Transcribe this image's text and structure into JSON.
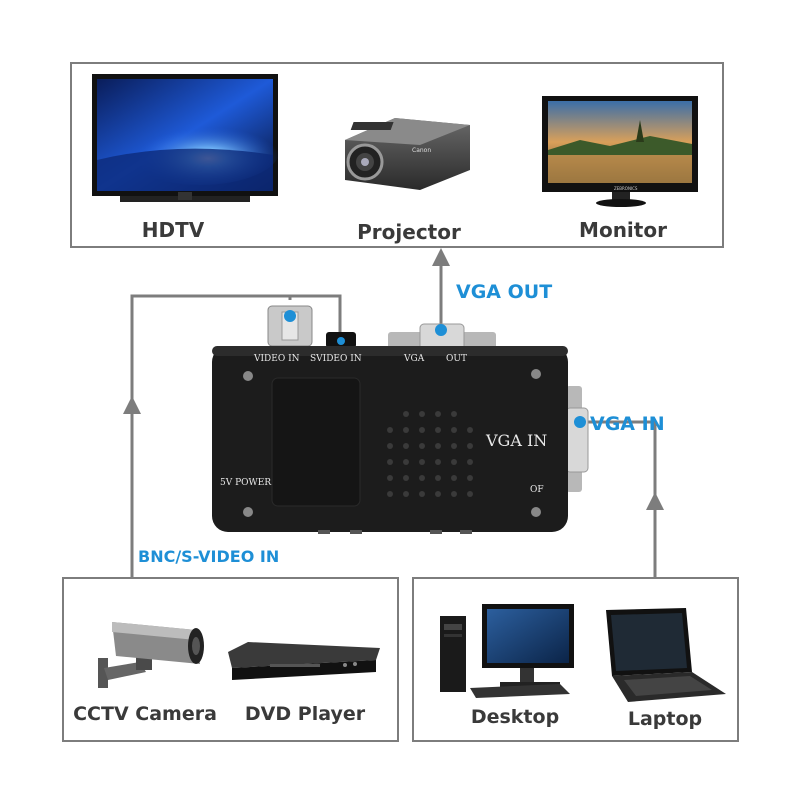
{
  "top_devices": [
    {
      "name": "hdtv",
      "label": "HDTV"
    },
    {
      "name": "projector",
      "label": "Projector"
    },
    {
      "name": "monitor",
      "label": "Monitor"
    }
  ],
  "bottom_left_devices": [
    {
      "name": "cctv-camera",
      "label": "CCTV Camera"
    },
    {
      "name": "dvd-player",
      "label": "DVD Player"
    }
  ],
  "bottom_right_devices": [
    {
      "name": "desktop",
      "label": "Desktop"
    },
    {
      "name": "laptop",
      "label": "Laptop"
    }
  ],
  "connections": {
    "vga_out": "VGA OUT",
    "vga_in": "VGA IN",
    "bnc_svideo_in": "BNC/S-VIDEO IN"
  },
  "converter": {
    "video_in": "VIDEO IN",
    "svideo_in": "SVIDEO IN",
    "vga": "VGA",
    "out": "OUT",
    "vga_in": "VGA IN",
    "power": "5V POWER",
    "of": "OF",
    "projector_brand": "Canon",
    "monitor_brand": "ZEBRONICS"
  },
  "colors": {
    "accent_blue": "#1e8fd6",
    "line_gray": "#7d7d7d",
    "device_black": "#1c1c1c"
  }
}
